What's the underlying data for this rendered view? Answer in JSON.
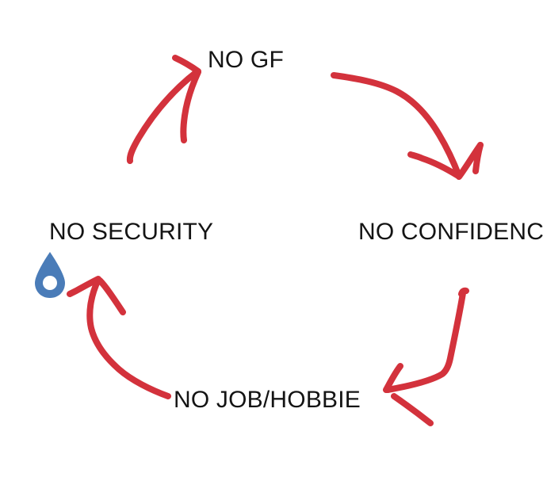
{
  "diagram": {
    "type": "vicious-cycle",
    "title": "",
    "background_color": "#ffffff",
    "stroke_color": "#d3323c",
    "text_color": "#141414",
    "accent_color": "#4a7cb8",
    "direction": "clockwise",
    "nodes": [
      {
        "id": "no-gf",
        "label": "NO GF",
        "position": "top"
      },
      {
        "id": "no-confidence",
        "label": "NO CONFIDENCE",
        "position": "right",
        "clipped": "true"
      },
      {
        "id": "no-job",
        "label": "NO JOB/HOBBIE",
        "position": "bottom"
      },
      {
        "id": "no-security",
        "label": "NO SECURITY",
        "position": "left"
      }
    ],
    "arrows": [
      {
        "id": "arrow-security-to-gf",
        "from": "no-security",
        "to": "no-gf",
        "style": "hand-drawn-red"
      },
      {
        "id": "arrow-gf-to-confidence",
        "from": "no-gf",
        "to": "no-confidence",
        "style": "hand-drawn-red"
      },
      {
        "id": "arrow-confidence-to-job",
        "from": "no-confidence",
        "to": "no-job",
        "style": "hand-drawn-red"
      },
      {
        "id": "arrow-job-to-security",
        "from": "no-job",
        "to": "no-security",
        "style": "hand-drawn-red"
      }
    ],
    "icons": [
      {
        "id": "water-drop",
        "name": "water-drop-icon",
        "color": "#4a7cb8"
      }
    ]
  }
}
